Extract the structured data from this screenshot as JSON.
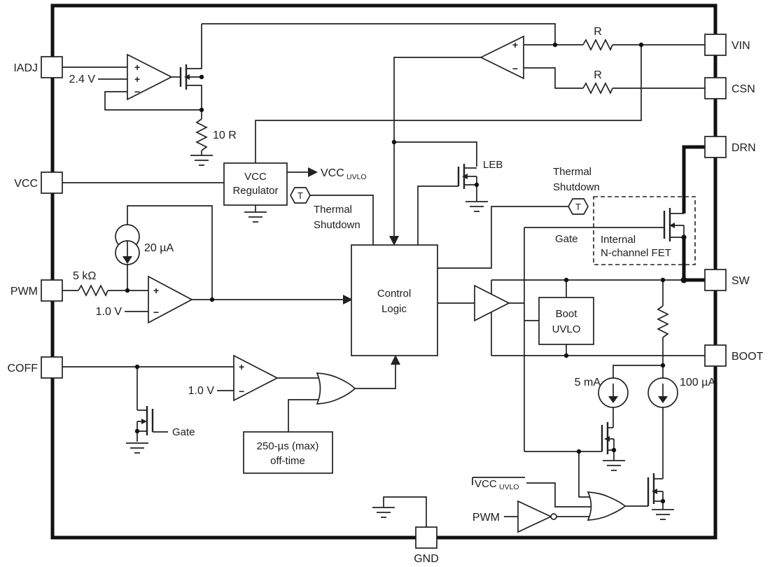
{
  "pins": {
    "left": [
      {
        "label": "IADJ"
      },
      {
        "label": "VCC"
      },
      {
        "label": "PWM"
      },
      {
        "label": "COFF"
      }
    ],
    "right": [
      {
        "label": "VIN"
      },
      {
        "label": "CSN"
      },
      {
        "label": "DRN"
      },
      {
        "label": "SW"
      },
      {
        "label": "BOOT"
      }
    ],
    "bottom": [
      {
        "label": "GND"
      }
    ]
  },
  "blocks": {
    "vcc_regulator": {
      "line1": "VCC",
      "line2": "Regulator"
    },
    "control_logic": {
      "line1": "Control",
      "line2": "Logic"
    },
    "boot_uvlo": {
      "line1": "Boot",
      "line2": "UVLO"
    },
    "internal_fet": {
      "line1": "Internal",
      "line2": "N-channel FET"
    },
    "off_time": {
      "line1": "250-µs (max)",
      "line2": "off-time"
    }
  },
  "labels": {
    "ref_2v4": "2.4 V",
    "res_10r": "10 R",
    "res_r_top": "R",
    "res_r_bottom": "R",
    "cur_20ua": "20 µA",
    "res_5k": "5 kΩ",
    "ref_1v0_pwm": "1.0 V",
    "ref_1v0_coff": "1.0 V",
    "leb": "LEB",
    "gate_internal": "Gate",
    "gate_coff": "Gate",
    "thermal_line1": "Thermal",
    "thermal_line2": "Shutdown",
    "t_tag": "T",
    "vcc_uvlo_main": "VCC",
    "vcc_uvlo_sub": "UVLO",
    "cur_5ma": "5 mA",
    "cur_100ua": "100 µA",
    "pwm_inv": "PWM",
    "plus": "+",
    "minus": "−"
  },
  "colors": {
    "line": "#222222",
    "background": "#ffffff"
  }
}
